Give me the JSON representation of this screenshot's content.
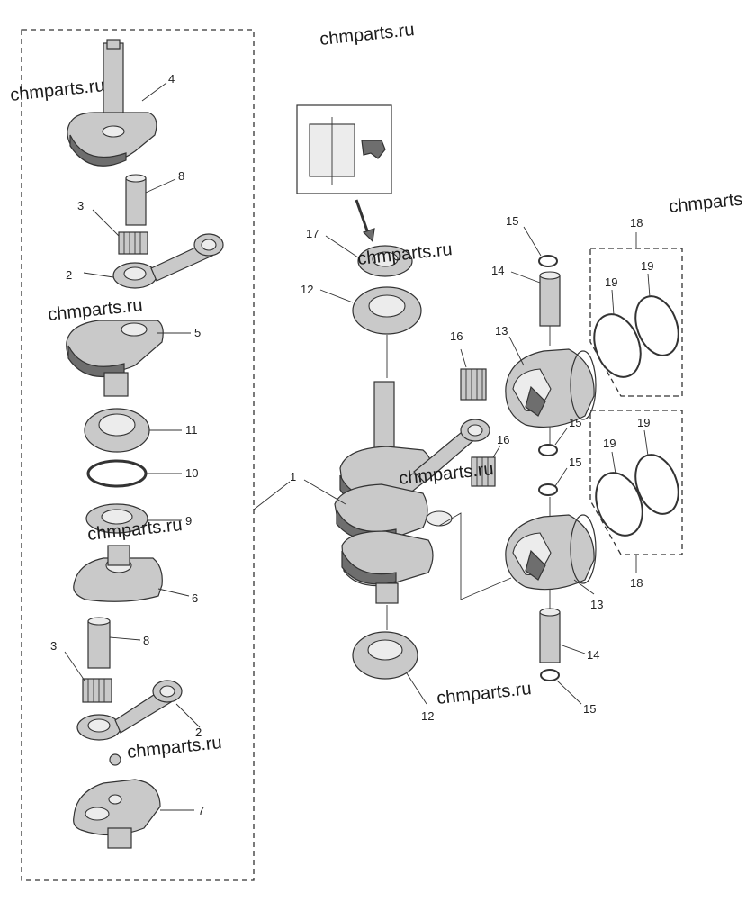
{
  "watermarks": [
    {
      "id": "wm-1",
      "text": "chmparts.ru"
    },
    {
      "id": "wm-2",
      "text": "chmparts.ru"
    },
    {
      "id": "wm-3",
      "text": "chmparts"
    },
    {
      "id": "wm-4",
      "text": "chmparts.ru"
    },
    {
      "id": "wm-5",
      "text": "chmparts.ru"
    },
    {
      "id": "wm-6",
      "text": "chmparts.ru"
    },
    {
      "id": "wm-7",
      "text": "chmparts.ru"
    },
    {
      "id": "wm-8",
      "text": "chmparts.ru"
    },
    {
      "id": "wm-9",
      "text": "chmparts.ru"
    }
  ],
  "part_labels": {
    "l1": "1",
    "l2a": "2",
    "l2b": "2",
    "l3a": "3",
    "l3b": "3",
    "l4": "4",
    "l5": "5",
    "l6": "6",
    "l7": "7",
    "l8a": "8",
    "l8b": "8",
    "l9": "9",
    "l10": "10",
    "l11": "11",
    "l12a": "12",
    "l12b": "12",
    "l13a": "13",
    "l13b": "13",
    "l14a": "14",
    "l14b": "14",
    "l15a": "15",
    "l15b": "15",
    "l15c": "15",
    "l15d": "15",
    "l16a": "16",
    "l16b": "16",
    "l17": "17",
    "l18a": "18",
    "l18b": "18",
    "l19a": "19",
    "l19b": "19",
    "l19c": "19",
    "l19d": "19"
  },
  "colors": {
    "line": "#333333",
    "metal": "#c9c9c9",
    "shadow": "#6e6e6e",
    "background": "#ffffff"
  }
}
